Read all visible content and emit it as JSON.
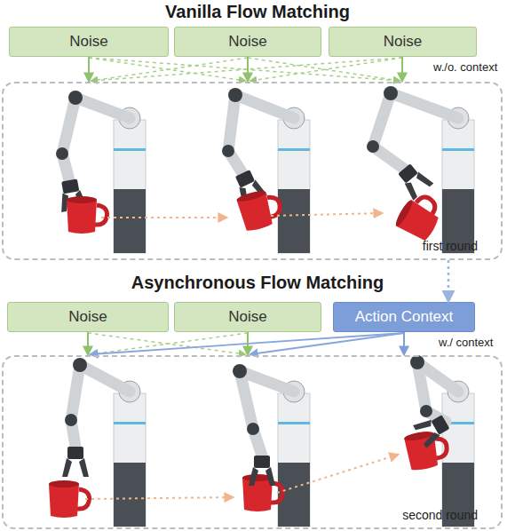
{
  "diagram": {
    "title": "Vanilla Flow Matching",
    "nodes": [
      {
        "text": [
          "Noise"
        ]
      },
      {
        "text": [
          "Noise"
        ]
      },
      {
        "text": [
          "Noise"
        ]
      },
      {
        "text": [
          "first round"
        ]
      },
      {
        "text": [
          "Noise"
        ]
      },
      {
        "text": [
          "Noise"
        ]
      },
      {
        "text": [
          "Action Context"
        ]
      },
      {
        "text": [
          "second round"
        ]
      }
    ],
    "edges": [
      {
        "from": 0,
        "to": 3,
        "arrow": "to"
      },
      {
        "from": 1,
        "to": 3,
        "arrow": "to"
      },
      {
        "from": 2,
        "to": 3,
        "arrow": "to"
      },
      {
        "from": 3,
        "to": 6,
        "arrow": "to"
      },
      {
        "from": 4,
        "to": 7,
        "arrow": "to"
      },
      {
        "from": 5,
        "to": 7,
        "arrow": "to"
      },
      {
        "from": 6,
        "to": 7,
        "arrow": "to"
      }
    ],
    "labels": [
      "w./o. context",
      "Asynchronous Flow Matching",
      "w./ context"
    ]
  }
}
